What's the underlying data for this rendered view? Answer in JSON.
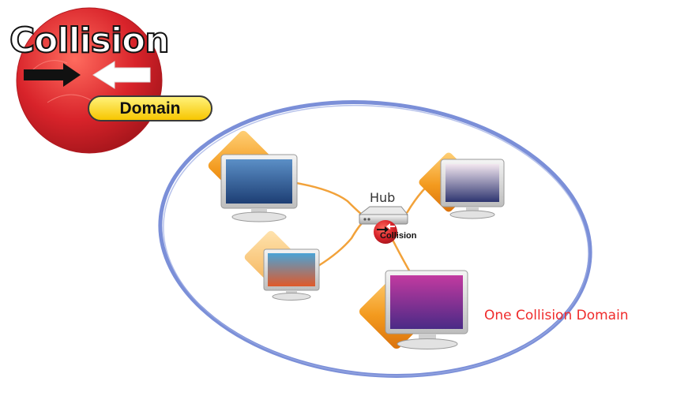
{
  "logo": {
    "title": "Collision",
    "subtitle": "Domain"
  },
  "hub": {
    "label": "Hub",
    "badge": "Collision"
  },
  "caption": "One Collision Domain",
  "colors": {
    "ellipse": "#7b8fd8",
    "cable": "#f2a23a",
    "caption": "#ef2b2b",
    "logo_red": "#d8232a",
    "pill_yellow": "#f7c600",
    "orange_tile": "#f39a1e"
  },
  "computers": [
    {
      "name": "computer-top-left",
      "screen_top": "#5b8fc6",
      "screen_bottom": "#1d3e74"
    },
    {
      "name": "computer-mid-left",
      "screen_top": "#4aa3d6",
      "screen_bottom": "#e0592a"
    },
    {
      "name": "computer-top-right",
      "screen_top": "#f2e6ef",
      "screen_bottom": "#2e3570"
    },
    {
      "name": "computer-bottom-right",
      "screen_top": "#c23aa0",
      "screen_bottom": "#4a2a86"
    }
  ]
}
